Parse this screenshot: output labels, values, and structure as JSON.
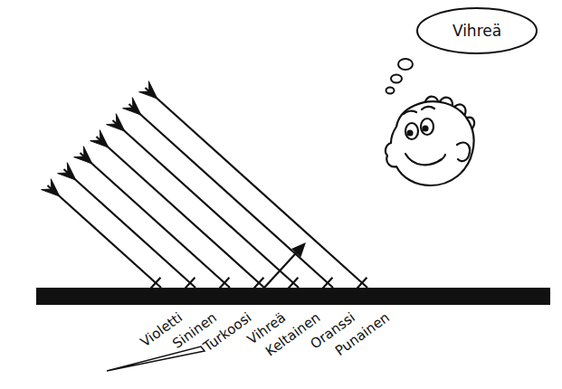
{
  "diagram": {
    "nodes": [
      {
        "text": [
          "Vihreä"
        ]
      }
    ],
    "labels": [
      "Violetti",
      "Sininen",
      "Turkoosi",
      "Vihreä",
      "Keltainen",
      "Oranssi",
      "Punainen"
    ]
  }
}
